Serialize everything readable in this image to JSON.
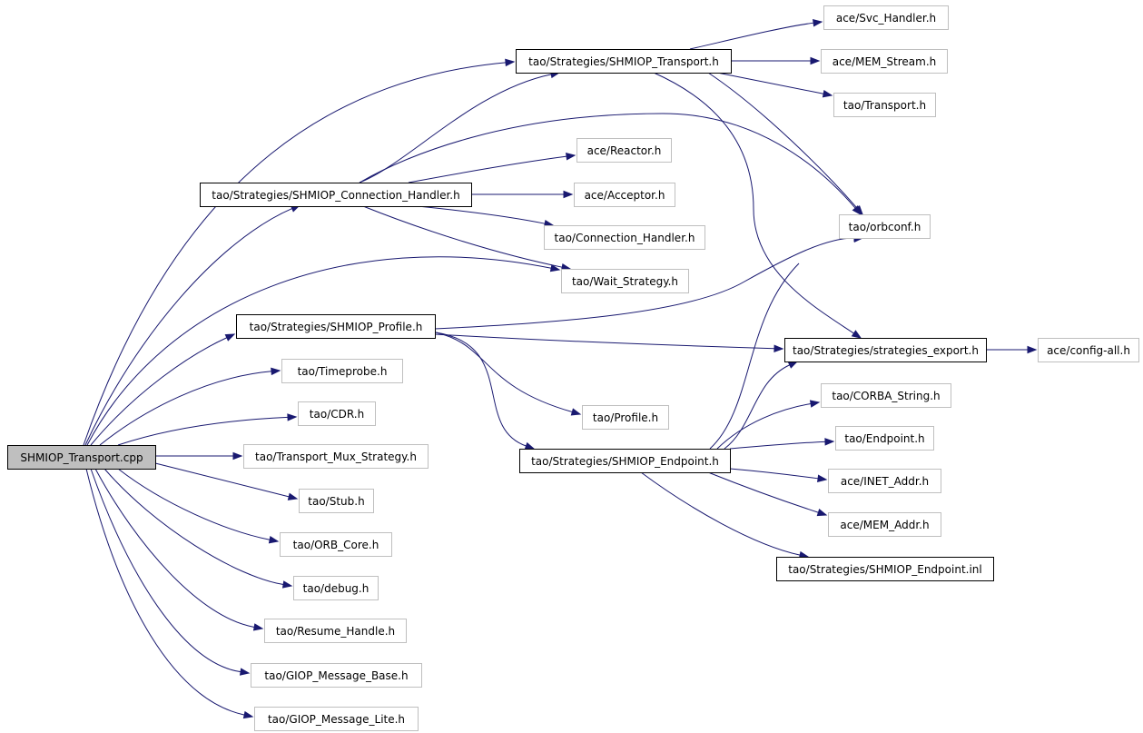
{
  "colors": {
    "edge": "#191970",
    "root_fill": "#bfbfbf",
    "root_border": "#000000",
    "documented_border": "#000000",
    "external_border": "#bfbfbf",
    "node_fill": "#ffffff",
    "text": "#000000"
  },
  "nodes": [
    {
      "id": "n0",
      "label": "SHMIOP_Transport.cpp",
      "kind": "root"
    },
    {
      "id": "n1",
      "label": "tao/Strategies/SHMIOP_Transport.h",
      "kind": "documented"
    },
    {
      "id": "n2",
      "label": "ace/Svc_Handler.h",
      "kind": "external"
    },
    {
      "id": "n3",
      "label": "ace/MEM_Stream.h",
      "kind": "external"
    },
    {
      "id": "n4",
      "label": "tao/Transport.h",
      "kind": "external"
    },
    {
      "id": "n5",
      "label": "tao/orbconf.h",
      "kind": "external"
    },
    {
      "id": "n6",
      "label": "tao/Strategies/strategies_export.h",
      "kind": "documented"
    },
    {
      "id": "n7",
      "label": "ace/config-all.h",
      "kind": "external"
    },
    {
      "id": "n8",
      "label": "tao/Strategies/SHMIOP_Connection_Handler.h",
      "kind": "documented"
    },
    {
      "id": "n9",
      "label": "ace/Reactor.h",
      "kind": "external"
    },
    {
      "id": "n10",
      "label": "ace/Acceptor.h",
      "kind": "external"
    },
    {
      "id": "n11",
      "label": "tao/Connection_Handler.h",
      "kind": "external"
    },
    {
      "id": "n12",
      "label": "tao/Wait_Strategy.h",
      "kind": "external"
    },
    {
      "id": "n13",
      "label": "tao/Strategies/SHMIOP_Profile.h",
      "kind": "documented"
    },
    {
      "id": "n14",
      "label": "tao/Profile.h",
      "kind": "external"
    },
    {
      "id": "n15",
      "label": "tao/Strategies/SHMIOP_Endpoint.h",
      "kind": "documented"
    },
    {
      "id": "n16",
      "label": "tao/CORBA_String.h",
      "kind": "external"
    },
    {
      "id": "n17",
      "label": "tao/Endpoint.h",
      "kind": "external"
    },
    {
      "id": "n18",
      "label": "ace/INET_Addr.h",
      "kind": "external"
    },
    {
      "id": "n19",
      "label": "ace/MEM_Addr.h",
      "kind": "external"
    },
    {
      "id": "n20",
      "label": "tao/Strategies/SHMIOP_Endpoint.inl",
      "kind": "documented"
    },
    {
      "id": "n21",
      "label": "tao/Timeprobe.h",
      "kind": "external"
    },
    {
      "id": "n22",
      "label": "tao/CDR.h",
      "kind": "external"
    },
    {
      "id": "n23",
      "label": "tao/Transport_Mux_Strategy.h",
      "kind": "external"
    },
    {
      "id": "n24",
      "label": "tao/Stub.h",
      "kind": "external"
    },
    {
      "id": "n25",
      "label": "tao/ORB_Core.h",
      "kind": "external"
    },
    {
      "id": "n26",
      "label": "tao/debug.h",
      "kind": "external"
    },
    {
      "id": "n27",
      "label": "tao/Resume_Handle.h",
      "kind": "external"
    },
    {
      "id": "n28",
      "label": "tao/GIOP_Message_Base.h",
      "kind": "external"
    },
    {
      "id": "n29",
      "label": "tao/GIOP_Message_Lite.h",
      "kind": "external"
    }
  ],
  "edges": [
    [
      "n0",
      "n1"
    ],
    [
      "n0",
      "n8"
    ],
    [
      "n0",
      "n12"
    ],
    [
      "n0",
      "n13"
    ],
    [
      "n0",
      "n21"
    ],
    [
      "n0",
      "n22"
    ],
    [
      "n0",
      "n23"
    ],
    [
      "n0",
      "n24"
    ],
    [
      "n0",
      "n25"
    ],
    [
      "n0",
      "n26"
    ],
    [
      "n0",
      "n27"
    ],
    [
      "n0",
      "n28"
    ],
    [
      "n0",
      "n29"
    ],
    [
      "n1",
      "n2"
    ],
    [
      "n1",
      "n3"
    ],
    [
      "n1",
      "n4"
    ],
    [
      "n1",
      "n5"
    ],
    [
      "n1",
      "n6"
    ],
    [
      "n8",
      "n1"
    ],
    [
      "n8",
      "n5"
    ],
    [
      "n8",
      "n9"
    ],
    [
      "n8",
      "n10"
    ],
    [
      "n8",
      "n11"
    ],
    [
      "n8",
      "n12"
    ],
    [
      "n13",
      "n5"
    ],
    [
      "n13",
      "n6"
    ],
    [
      "n13",
      "n14"
    ],
    [
      "n13",
      "n15"
    ],
    [
      "n15",
      "n5"
    ],
    [
      "n15",
      "n6"
    ],
    [
      "n15",
      "n16"
    ],
    [
      "n15",
      "n17"
    ],
    [
      "n15",
      "n18"
    ],
    [
      "n15",
      "n19"
    ],
    [
      "n15",
      "n20"
    ],
    [
      "n6",
      "n7"
    ]
  ]
}
